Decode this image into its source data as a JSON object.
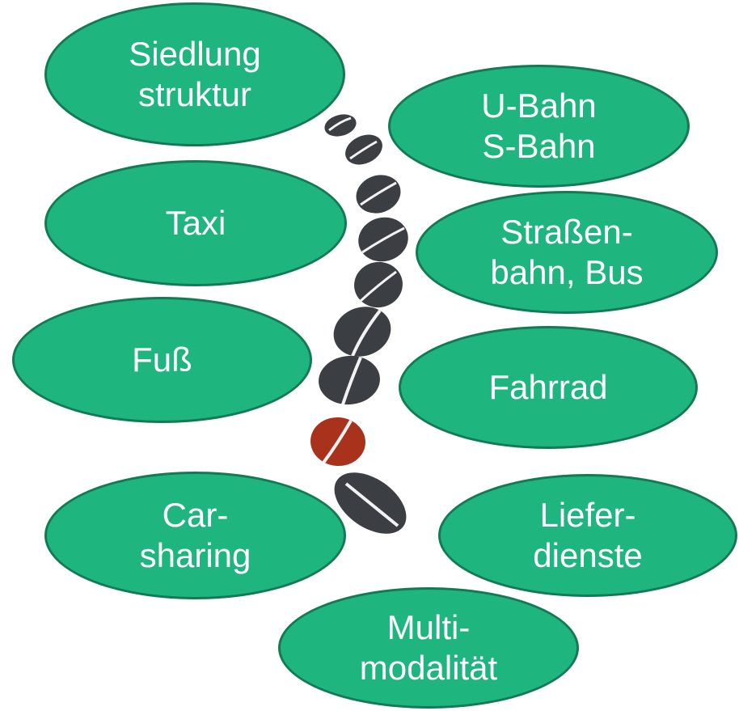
{
  "colors": {
    "bubble_fill": "#1fb57f",
    "bubble_border": "#137a55",
    "bubble_text": "#ffffff",
    "stone_dark": "#3b3f44",
    "stone_red": "#a8321c",
    "stone_stripe": "#f2f2f2"
  },
  "bubbles": [
    {
      "lines": [
        "Siedlung",
        "struktur"
      ]
    },
    {
      "lines": [
        "U-Bahn",
        "S-Bahn"
      ]
    },
    {
      "lines": [
        "Taxi"
      ]
    },
    {
      "lines": [
        "Straßen-",
        "bahn, Bus"
      ]
    },
    {
      "lines": [
        "Fuß"
      ]
    },
    {
      "lines": [
        "Fahrrad"
      ]
    },
    {
      "lines": [
        "Car-",
        "sharing"
      ]
    },
    {
      "lines": [
        "Liefer-",
        "dienste"
      ]
    },
    {
      "lines": [
        "Multi-",
        "modalität"
      ]
    }
  ],
  "stones": [
    {
      "color": "dark"
    },
    {
      "color": "dark"
    },
    {
      "color": "dark"
    },
    {
      "color": "dark"
    },
    {
      "color": "dark"
    },
    {
      "color": "dark"
    },
    {
      "color": "dark"
    },
    {
      "color": "red"
    },
    {
      "color": "dark"
    }
  ]
}
